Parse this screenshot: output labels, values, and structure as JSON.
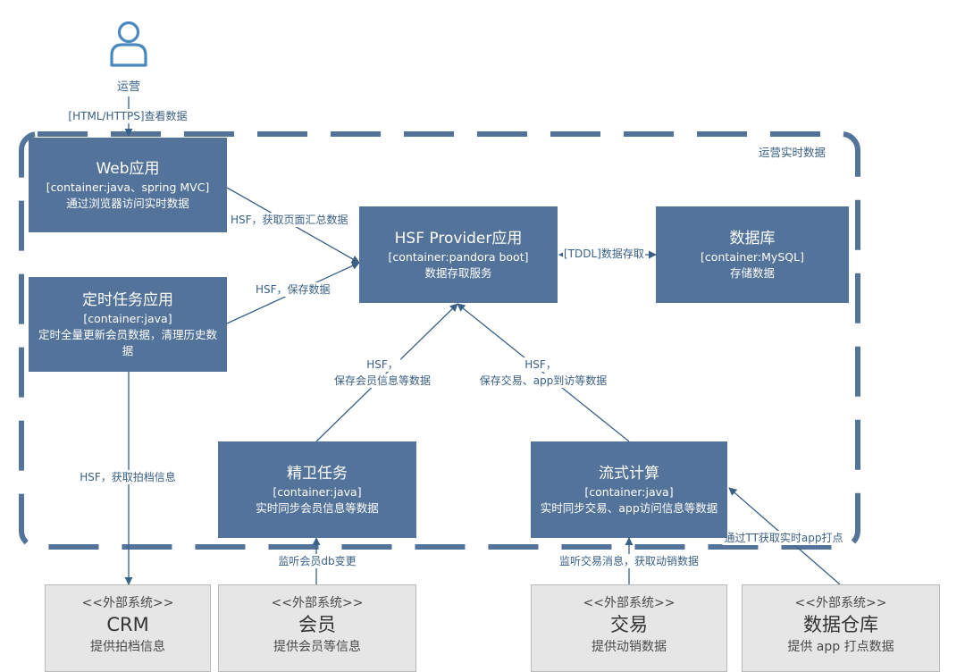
{
  "person": {
    "label": "运营"
  },
  "boundary": {
    "label": "运营实时数据"
  },
  "containers": {
    "web": {
      "name": "Web应用",
      "tech": "[container:java、spring MVC]",
      "desc": "通过浏览器访问实时数据"
    },
    "timer": {
      "name": "定时任务应用",
      "tech": "[container:java]",
      "desc": "定时全量更新会员数据，清理历史数据"
    },
    "hsf": {
      "name": "HSF Provider应用",
      "tech": "[container:pandora boot]",
      "desc": "数据存取服务"
    },
    "db": {
      "name": "数据库",
      "tech": "[container:MySQL]",
      "desc": "存储数据"
    },
    "jingwei": {
      "name": "精卫任务",
      "tech": "[container:java]",
      "desc": "实时同步会员信息等数据"
    },
    "stream": {
      "name": "流式计算",
      "tech": "[container:java]",
      "desc": "实时同步交易、app访问信息等数据"
    }
  },
  "externals": {
    "stereotype": "<<外部系统>>",
    "crm": {
      "name": "CRM",
      "desc": "提供拍档信息"
    },
    "member": {
      "name": "会员",
      "desc": "提供会员等信息"
    },
    "trade": {
      "name": "交易",
      "desc": "提供动销数据"
    },
    "warehouse": {
      "name": "数据仓库",
      "desc": "提供 app 打点数据"
    }
  },
  "relations": {
    "person_web": "[HTML/HTTPS]查看数据",
    "web_hsf": "HSF，获取页面汇总数据",
    "timer_hsf": "HSF，保存数据",
    "hsf_db": "[TDDL]数据存取",
    "timer_crm": "HSF，获取拍档信息",
    "jingwei_hsf_1": "HSF，",
    "jingwei_hsf_2": "保存会员信息等数据",
    "stream_hsf_1": "HSF，",
    "stream_hsf_2": "保存交易、app到访等数据",
    "member_jingwei": "监听会员db变更",
    "trade_stream": "监听交易消息，获取动销数据",
    "warehouse_stream": "通过TT获取实时app打点"
  },
  "colors": {
    "container": "#53739a",
    "line": "#3a6086",
    "boundary": "#53739a",
    "external": "#e6e6e6"
  }
}
